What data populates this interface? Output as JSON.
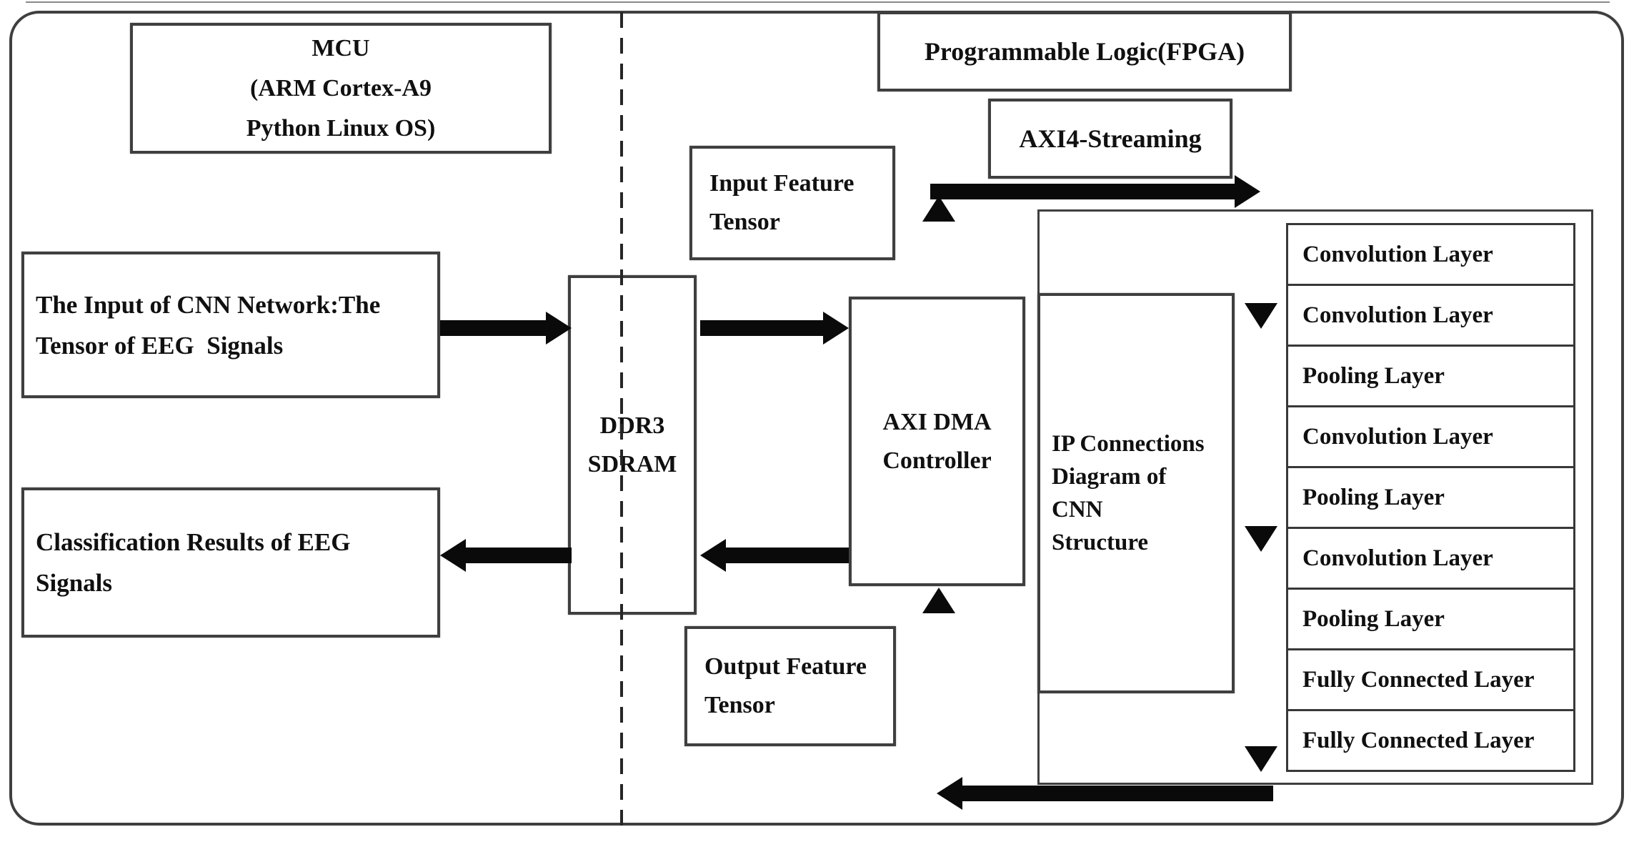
{
  "colors": {
    "ink": "#101010",
    "line": "#3f3f3f",
    "arrow": "#0a0a0a",
    "background": "#ffffff"
  },
  "diagram": {
    "divider": {
      "type": "dashed-vertical",
      "separates": "MCU side | FPGA side"
    },
    "mcu": {
      "lines": [
        "MCU",
        "(ARM Cortex-A9",
        "Python Linux OS)"
      ]
    },
    "fpga": {
      "label": "Programmable Logic(FPGA)"
    },
    "axi4": {
      "label": "AXI4-Streaming"
    },
    "input_feature": {
      "lines": [
        "Input Feature",
        "Tensor"
      ]
    },
    "input_cnn": {
      "lines": [
        "The Input of CNN Network:The",
        "Tensor of EEG  Signals"
      ]
    },
    "ddr3": {
      "lines": [
        "DDR3",
        "SDRAM"
      ]
    },
    "axi_dma": {
      "lines": [
        "AXI DMA",
        "Controller"
      ]
    },
    "classification": {
      "lines": [
        "Classification Results of EEG",
        "Signals"
      ]
    },
    "output_feature": {
      "lines": [
        "Output Feature",
        "Tensor"
      ]
    },
    "ip_connections": {
      "lines": [
        "IP Connections",
        "Diagram of",
        "CNN",
        "Structure"
      ]
    },
    "cnn_layers": [
      "Convolution Layer",
      "Convolution Layer",
      "Pooling Layer",
      "Convolution Layer",
      "Pooling Layer",
      "Convolution Layer",
      "Pooling Layer",
      "Fully Connected Layer",
      "Fully Connected Layer"
    ],
    "arrows": [
      {
        "name": "arrow-input-cnn-to-ddr3",
        "orient": "horizontal",
        "dir": "right",
        "from": "input_cnn",
        "to": "ddr3"
      },
      {
        "name": "arrow-ddr3-to-axi-dma",
        "orient": "horizontal",
        "dir": "right",
        "from": "ddr3",
        "to": "axi_dma"
      },
      {
        "name": "arrow-axi-dma-to-stream",
        "orient": "vertical",
        "dir": "up",
        "from": "axi_dma",
        "to": "axi4_stream_bus"
      },
      {
        "name": "arrow-stream-to-cnn",
        "orient": "horizontal",
        "dir": "right",
        "from": "axi4_stream_bus",
        "to": "cnn_structure"
      },
      {
        "name": "arrow-cnn-flow-top",
        "orient": "vertical",
        "dir": "down",
        "from": "cnn_structure",
        "to": "convolution_layers"
      },
      {
        "name": "arrow-cnn-flow-middle",
        "orient": "vertical",
        "dir": "down",
        "from": "pooling_layer",
        "to": "convolution_layer"
      },
      {
        "name": "arrow-cnn-flow-bottom",
        "orient": "vertical",
        "dir": "down",
        "from": "pooling_layer",
        "to": "fully_connected_layers"
      },
      {
        "name": "arrow-cnn-output-return",
        "orient": "horizontal",
        "dir": "left",
        "from": "cnn_structure",
        "to": "axi_dma_return"
      },
      {
        "name": "arrow-return-up-to-axi-dma",
        "orient": "vertical",
        "dir": "up",
        "from": "return_bus",
        "to": "axi_dma"
      },
      {
        "name": "arrow-axi-dma-to-ddr3",
        "orient": "horizontal",
        "dir": "left",
        "from": "axi_dma",
        "to": "ddr3"
      },
      {
        "name": "arrow-ddr3-to-classification",
        "orient": "horizontal",
        "dir": "left",
        "from": "ddr3",
        "to": "classification"
      }
    ]
  }
}
